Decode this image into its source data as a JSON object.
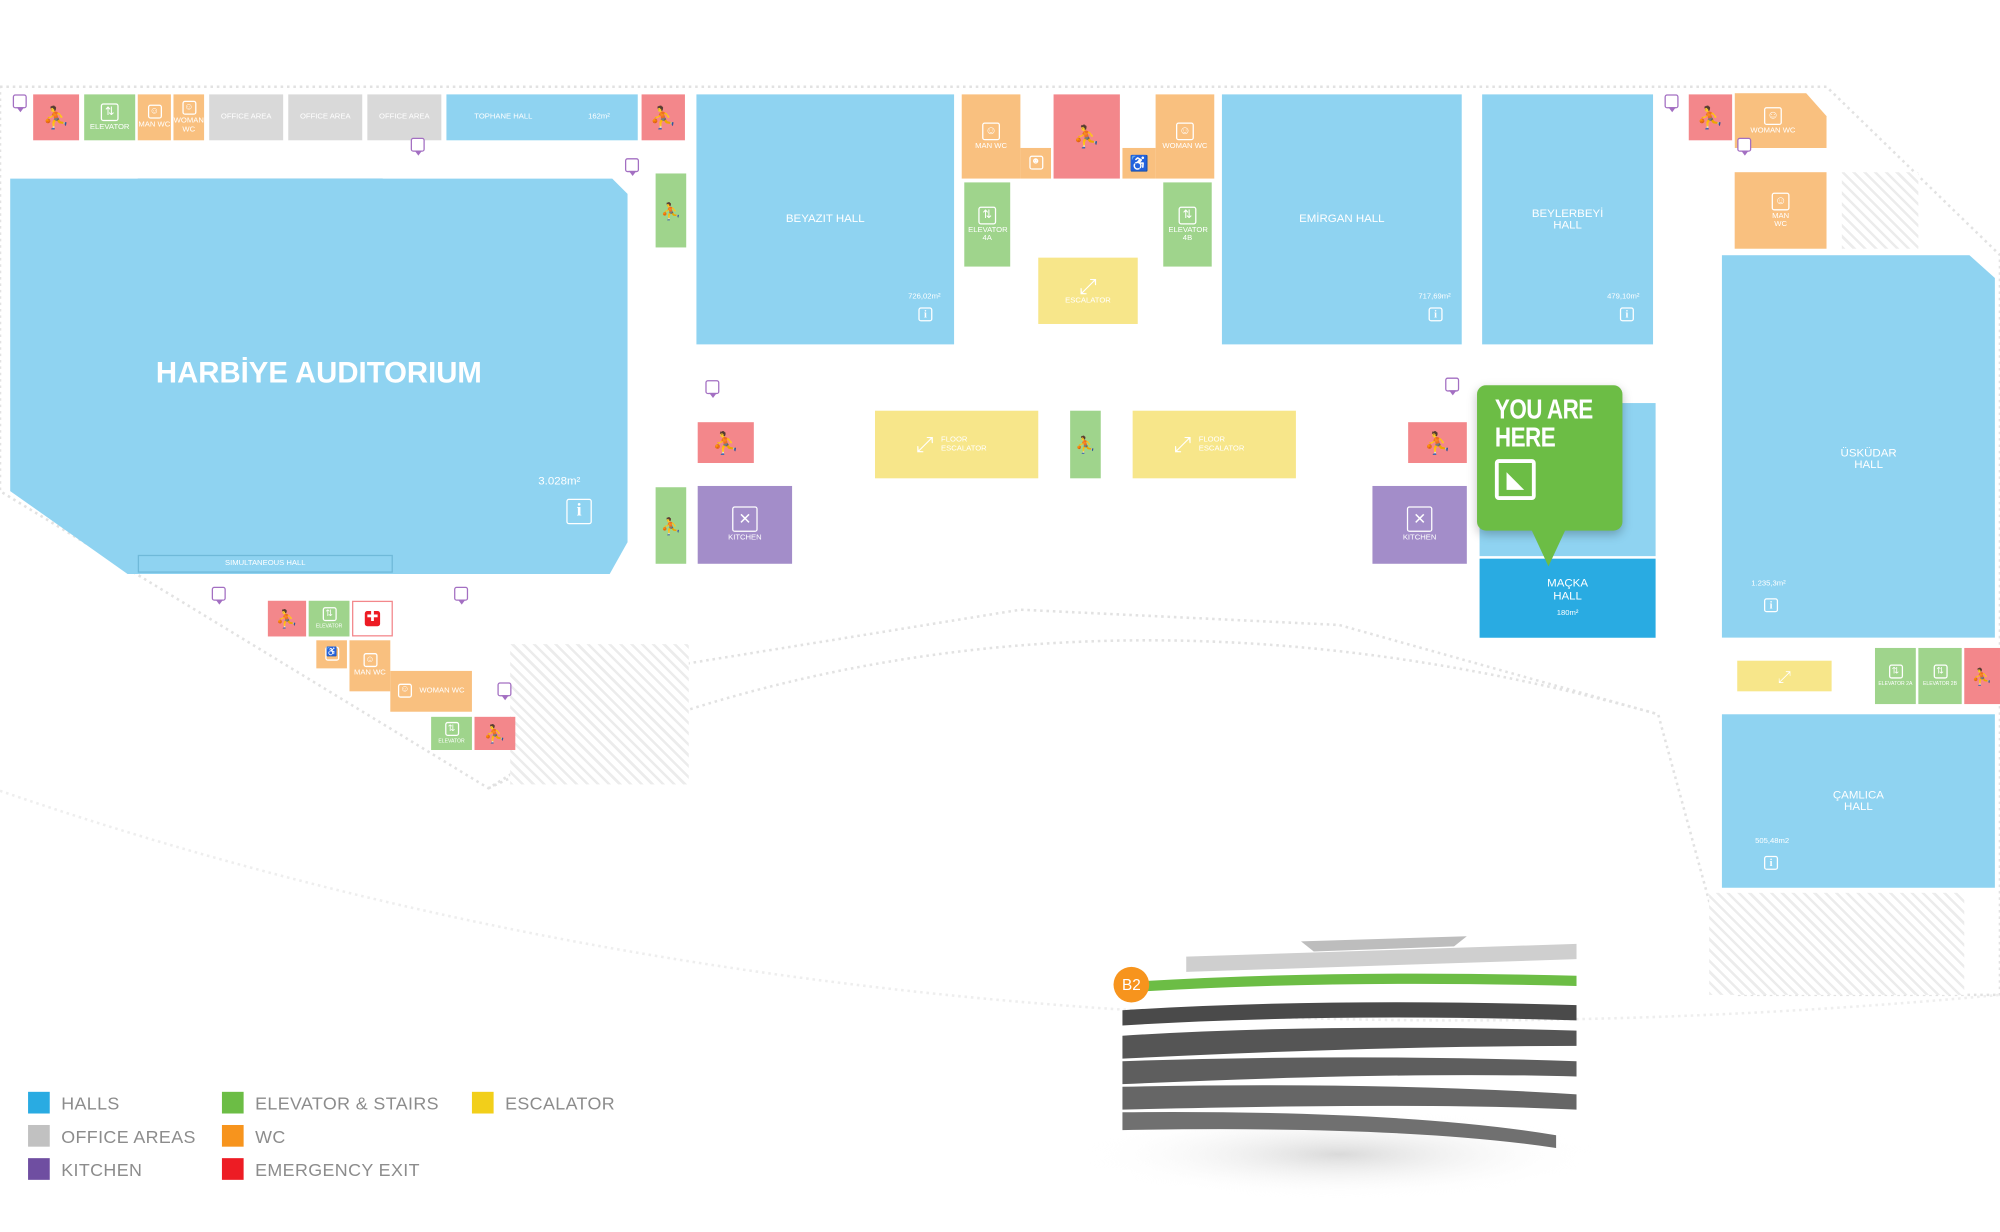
{
  "halls": {
    "harbiye": {
      "name": "HARBİYE AUDITORIUM",
      "area": "3.028m²"
    },
    "tophane": {
      "name": "TOPHANE HALL",
      "area": "162m²"
    },
    "beyazit": {
      "name": "BEYAZIT HALL",
      "area": "726,02m²"
    },
    "emirgan": {
      "name": "EMİRGAN HALL",
      "area": "717,69m²"
    },
    "beylerbeyi": {
      "name": "BEYLERBEYİ HALL",
      "area": "479,10m²"
    },
    "uskudar": {
      "name": "ÜSKÜDAR HALL",
      "area": "1.235,3m²"
    },
    "camlica": {
      "name": "ÇAMLICA HALL",
      "area": "505,48m2"
    },
    "macka": {
      "name": "MAÇKA HALL",
      "area": "180m²"
    }
  },
  "simultaneous_hall": "SIMULTANEOUS HALL",
  "office_area": "OFFICE AREA",
  "elevator": "ELEVATOR",
  "elevator_4a": "ELEVATOR 4A",
  "elevator_4b": "ELEVATOR 4B",
  "elevator_2a": "ELEVATOR 2A",
  "elevator_2b": "ELEVATOR 2B",
  "man_wc": "MAN WC",
  "woman_wc": "WOMAN WC",
  "escalator": "ESCALATOR",
  "floor_escalator": "FLOOR ESCALATOR",
  "kitchen": "KITCHEN",
  "you_are_here": {
    "line1": "YOU ARE",
    "line2": "HERE"
  },
  "floor_badge": "B2",
  "legend": [
    {
      "label": "HALLS",
      "color": "#29abe2"
    },
    {
      "label": "ELEVATOR & STAIRS",
      "color": "#6cbd45"
    },
    {
      "label": "ESCALATOR",
      "color": "#f2cf1a"
    },
    {
      "label": "OFFICE AREAS",
      "color": "#c1c1c1"
    },
    {
      "label": "WC",
      "color": "#f7941d"
    },
    {
      "label": "KITCHEN",
      "color": "#6f4ea1"
    },
    {
      "label": "EMERGENCY EXIT",
      "color": "#ed1c24"
    }
  ],
  "icons": {
    "stairs": "stairs-icon",
    "elevator": "elevator-icon",
    "wc": "wc-icon",
    "accessible": "wheelchair-icon",
    "baby": "baby-changing-icon",
    "escalator": "escalator-icon",
    "kitchen": "cutlery-icon",
    "first_aid": "first-aid-icon",
    "info": "info-icon",
    "door": "entrance-icon",
    "you_are_here": "location-icon"
  }
}
